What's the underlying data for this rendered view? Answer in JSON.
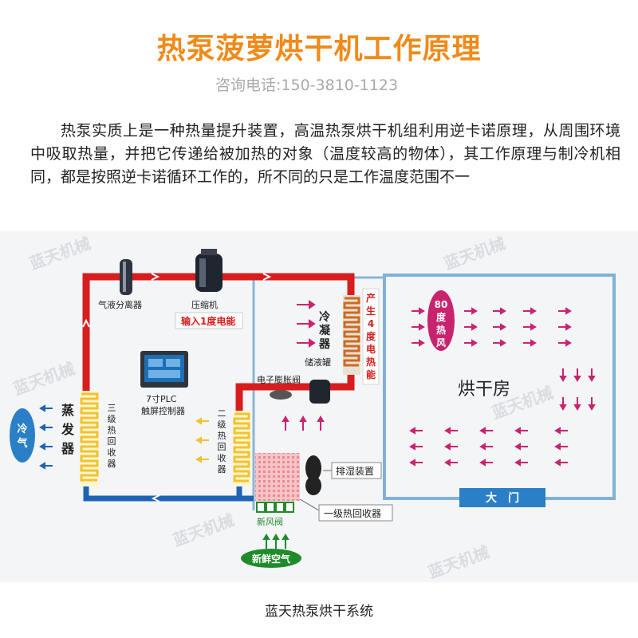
{
  "colors": {
    "title": "#f08a19",
    "hot_pipe": "#d81d1d",
    "cold_pipe": "#1e63b4",
    "room_border": "#7fb2d6",
    "coil": "#f1c232",
    "condenser": "#cc6a22",
    "arrow_hot": "#c8246e",
    "fresh_air": "#1f8b2a",
    "door": "#2a7fc7"
  },
  "header": {
    "title": "热泵菠萝烘干机工作原理",
    "phone": "咨询电话:150-3810-1123"
  },
  "intro": {
    "text": "热泵实质上是一种热量提升装置，高温热泵烘干机组利用逆卡诺原理，从周围环境中吸取热量，并把它传递给被加热的对象（温度较高的物体），其工作原理与制冷机相同，都是按照逆卡诺循环工作的，所不同的只是工作温度范围不一"
  },
  "diagram": {
    "watermark": "蓝天机械",
    "gas_liquid_separator": "气液分离器",
    "compressor": "压缩机",
    "input_energy": "输入1度电能",
    "condenser_label": [
      "冷",
      "凝",
      "器"
    ],
    "produce_energy": [
      "产",
      "生",
      "4",
      "度",
      "电",
      "热",
      "能"
    ],
    "heat_badge": [
      "80",
      "度",
      "热",
      "风"
    ],
    "plc_line1": "7寸PLC",
    "plc_line2": "触屏控制器",
    "expansion_valve": "电子膨胀阀",
    "receiver": "储液罐",
    "secondary_recovery": [
      "二",
      "级",
      "热",
      "回",
      "收",
      "器"
    ],
    "tertiary_recovery": [
      "三",
      "级",
      "热",
      "回",
      "收",
      "器"
    ],
    "evaporator": [
      "蒸",
      "发",
      "器"
    ],
    "cold_air": [
      "冷",
      "气"
    ],
    "drying_room": "烘干房",
    "dehumidify": "排湿装置",
    "primary_recovery": "一级热回收器",
    "fresh_air_valve": "新风阀",
    "fresh_air": "新鲜空气",
    "door": "大　门"
  },
  "caption": "蓝天热泵烘干系统"
}
